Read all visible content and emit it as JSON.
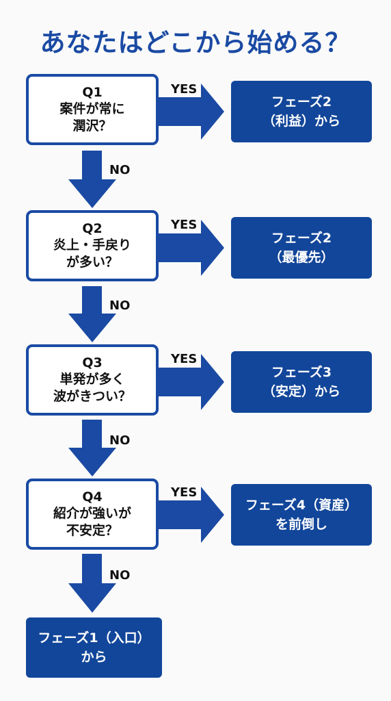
{
  "title": "あなたはどこから始める？",
  "colors": {
    "accent": "#1a4aa3",
    "box_fill": "#12469a",
    "text": "#111111"
  },
  "questions": [
    {
      "id": "Q1",
      "lines": [
        "案件が常に",
        "潤沢？"
      ],
      "yes_label": "YES",
      "no_label": "NO",
      "yes_result": [
        "フェーズ2",
        "（利益）から"
      ]
    },
    {
      "id": "Q2",
      "lines": [
        "炎上・手戻り",
        "が多い？"
      ],
      "yes_label": "YES",
      "no_label": "NO",
      "yes_result": [
        "フェーズ2",
        "（最優先）"
      ]
    },
    {
      "id": "Q3",
      "lines": [
        "単発が多く",
        "波がきつい？"
      ],
      "yes_label": "YES",
      "no_label": "NO",
      "yes_result": [
        "フェーズ3",
        "（安定）から"
      ]
    },
    {
      "id": "Q4",
      "lines": [
        "紹介が強いが",
        "不安定？"
      ],
      "yes_label": "YES",
      "no_label": "NO",
      "yes_result": [
        "フェーズ4（資産）",
        "を前倒し"
      ]
    }
  ],
  "final_result": [
    "フェーズ1（入口）",
    "から"
  ]
}
